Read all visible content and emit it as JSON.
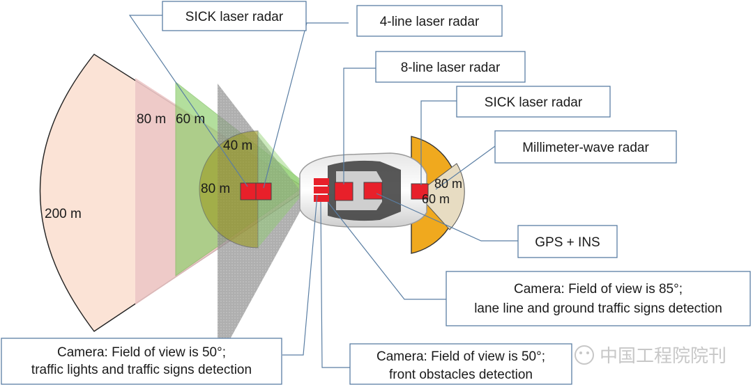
{
  "colors": {
    "far_sector": "#fbe3d6",
    "sector_80m": "#ecc6c6",
    "green_zone": "#8bcf6a",
    "gray_zone": "#8d8d8d",
    "front_circle": "#9b9a1e",
    "rear_semicircle": "#f0a91e",
    "rear_wedge": "#e7dcc2",
    "sensor": "#e8202a",
    "box_border": "#5a7ea3"
  },
  "ranges": {
    "r200": "200 m",
    "r80": "80 m",
    "r60": "60 m",
    "r40": "40 m",
    "r80_circle": "80 m",
    "rear_80": "80 m",
    "rear_60": "60 m"
  },
  "labels": {
    "sick_front": "SICK laser radar",
    "four_line": "4-line laser radar",
    "eight_line": "8-line laser radar",
    "sick_rear": "SICK laser radar",
    "mmwave": "Millimeter-wave radar",
    "gps": "GPS + INS",
    "cam85_line1": "Camera: Field of view is 85°;",
    "cam85_line2": "lane line and ground traffic signs detection",
    "cam50a_line1": "Camera: Field of view is 50°;",
    "cam50a_line2": "traffic lights and traffic signs detection",
    "cam50b_line1": "Camera: Field of view is 50°;",
    "cam50b_line2": "front obstacles detection"
  },
  "watermark": "中国工程院院刊"
}
